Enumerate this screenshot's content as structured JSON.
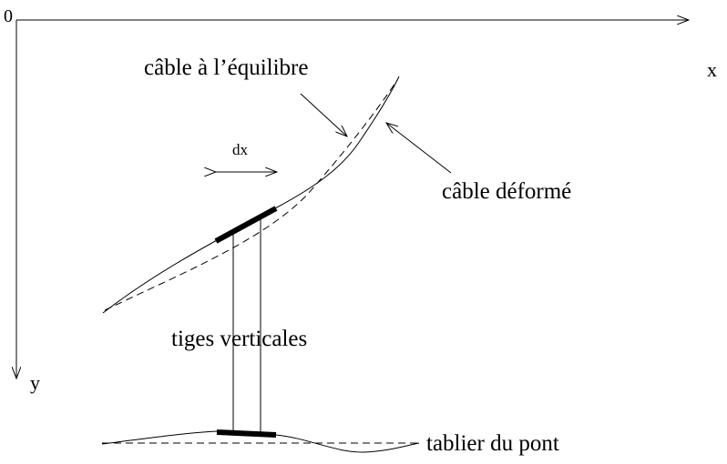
{
  "axes": {
    "origin_label": "0",
    "x_label": "x",
    "y_label": "y"
  },
  "labels": {
    "cable_equilibrium": "câble à l’équilibre",
    "cable_deformed": "câble déformé",
    "dx": "dx",
    "vertical_rods": "tiges verticales",
    "bridge_deck": "tablier du pont"
  }
}
